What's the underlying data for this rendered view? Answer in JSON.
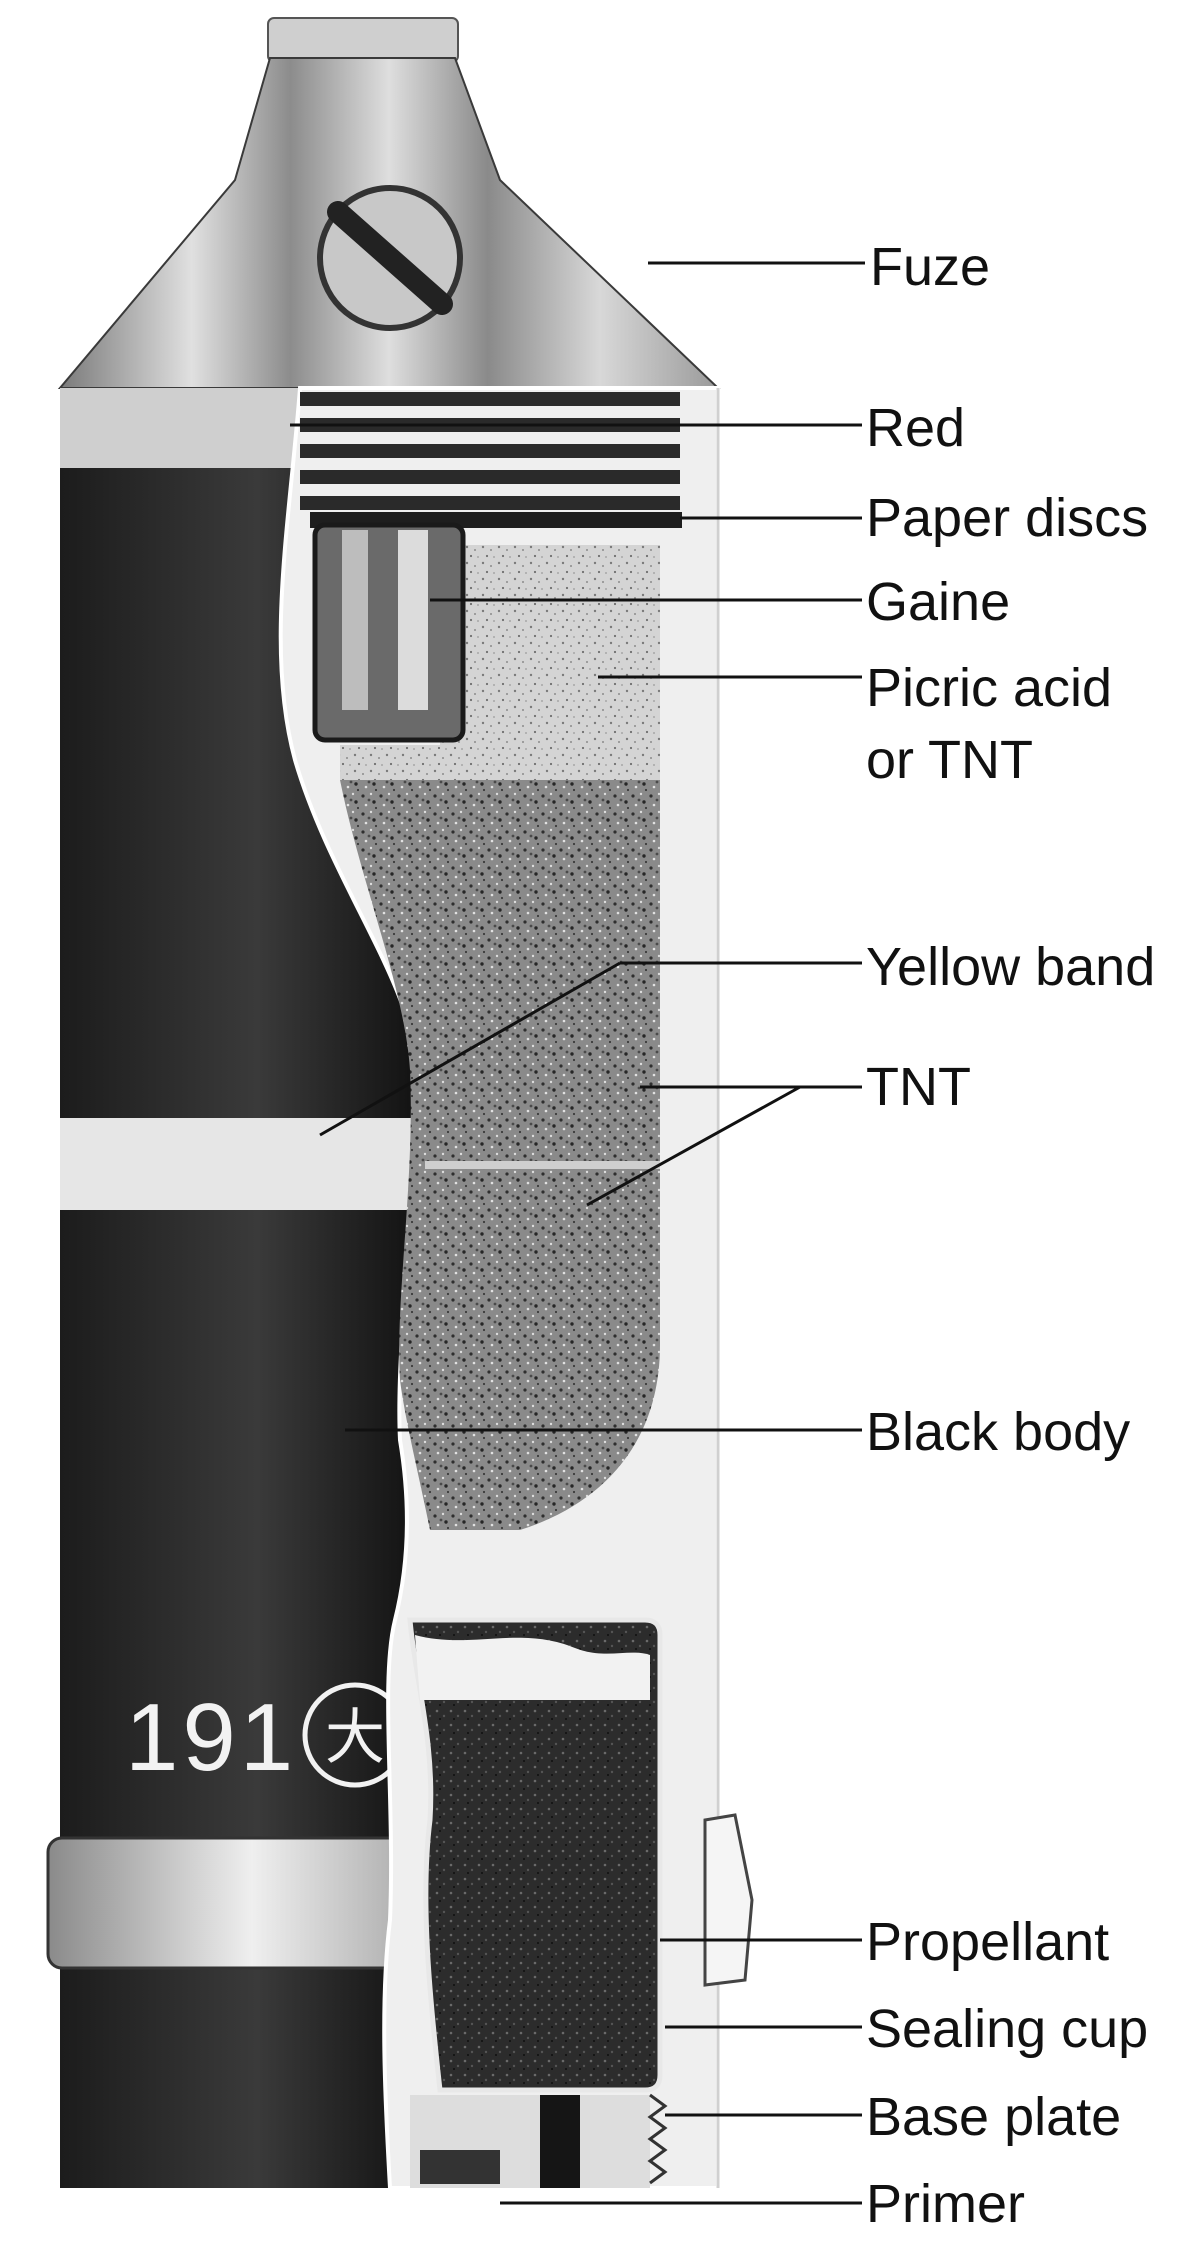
{
  "labels": {
    "fuze": "Fuze",
    "red": "Red",
    "paper_discs": "Paper discs",
    "gaine": "Gaine",
    "picric_1": "Picric acid",
    "picric_2": "or TNT",
    "yellow_band": "Yellow band",
    "tnt": "TNT",
    "black_body": "Black body",
    "propellant": "Propellant",
    "sealing_cup": "Sealing cup",
    "base_plate": "Base plate",
    "primer": "Primer"
  },
  "body_marking": {
    "number": "191",
    "character": "大"
  }
}
